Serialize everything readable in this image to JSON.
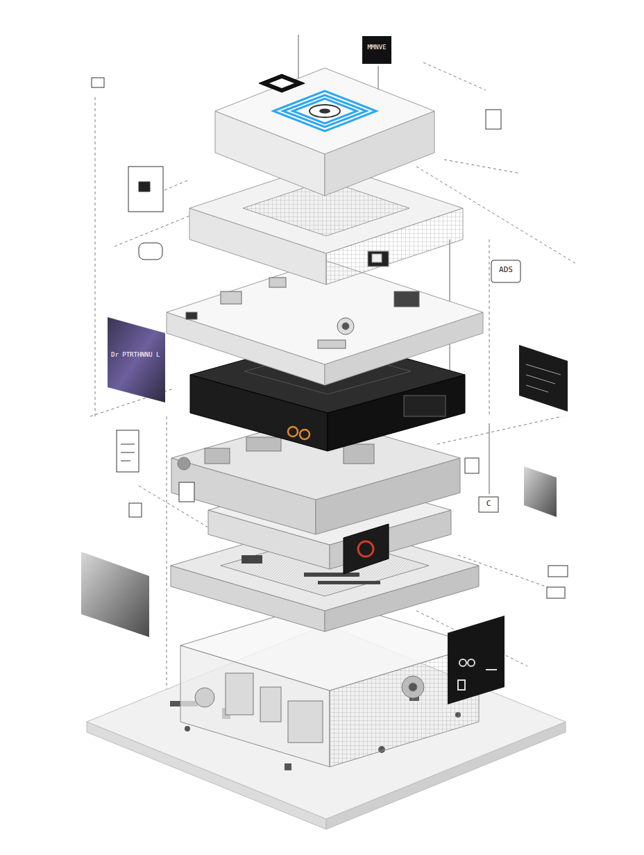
{
  "diagram": {
    "labels": [
      "MMNVE",
      "Dr PTRTHNNU L",
      "ADS",
      "C"
    ]
  }
}
